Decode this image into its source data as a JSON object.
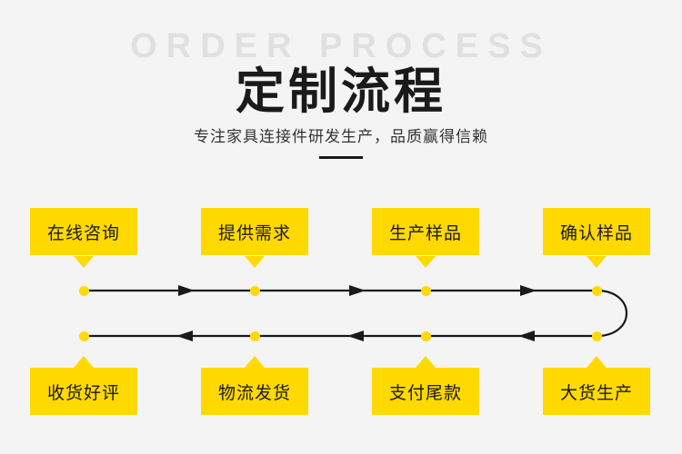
{
  "header": {
    "ghost_title": "ORDER PROCESS",
    "title": "定制流程",
    "subtitle": "专注家具连接件研发生产，品质赢得信赖"
  },
  "colors": {
    "accent": "#ffd900",
    "background": "#f4f4f4",
    "text": "#1a1a1a",
    "ghost": "#e0e0e0",
    "line": "#1a1a1a"
  },
  "flow": {
    "top_row": [
      {
        "label": "在线咨询"
      },
      {
        "label": "提供需求"
      },
      {
        "label": "生产样品"
      },
      {
        "label": "确认样品"
      }
    ],
    "bottom_row": [
      {
        "label": "收货好评"
      },
      {
        "label": "物流发货"
      },
      {
        "label": "支付尾款"
      },
      {
        "label": "大货生产"
      }
    ]
  }
}
